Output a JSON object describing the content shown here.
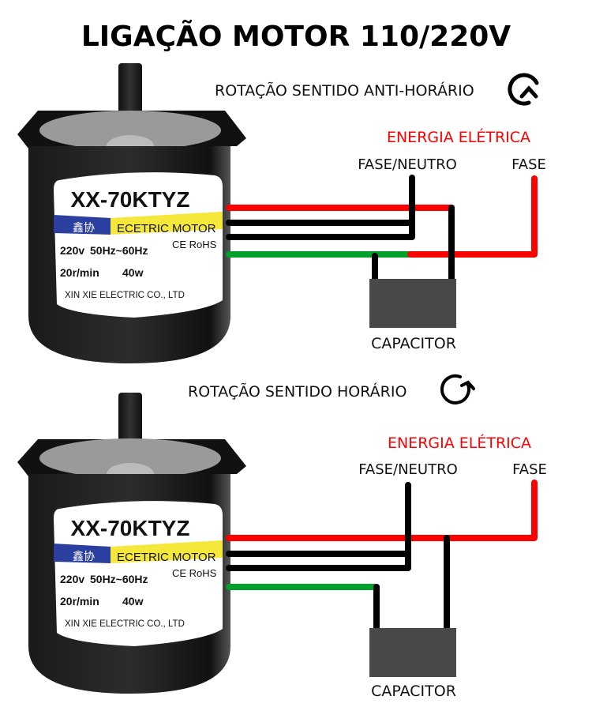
{
  "title": "LIGAÇÃO MOTOR 110/220V",
  "colors": {
    "phase_wire": "#ff0000",
    "neutral_wire": "#000000",
    "green_wire": "#00a02a",
    "capacitor": "#484848",
    "energy_label": "#ff0000"
  },
  "motor_label": {
    "model": "XX-70KTYZ",
    "brand": "鑫协",
    "type": "ECETRIC MOTOR",
    "voltage": "220v",
    "frequency": "50Hz~60Hz",
    "certs": "CE RoHS",
    "speed": "20r/min",
    "power": "40w",
    "manufacturer": "XIN XIE ELECTRIC CO., LTD"
  },
  "diagrams": [
    {
      "rotation_label": "ROTAÇÃO SENTIDO ANTI-HORÁRIO",
      "rotation_icon": "rotate-counterclockwise-icon",
      "energy_label": "ENERGIA ELÉTRICA",
      "terminal_left": "FASE/NEUTRO",
      "terminal_right": "FASE",
      "capacitor_label": "CAPACITOR"
    },
    {
      "rotation_label": "ROTAÇÃO SENTIDO HORÁRIO",
      "rotation_icon": "rotate-clockwise-icon",
      "energy_label": "ENERGIA ELÉTRICA",
      "terminal_left": "FASE/NEUTRO",
      "terminal_right": "FASE",
      "capacitor_label": "CAPACITOR"
    }
  ]
}
